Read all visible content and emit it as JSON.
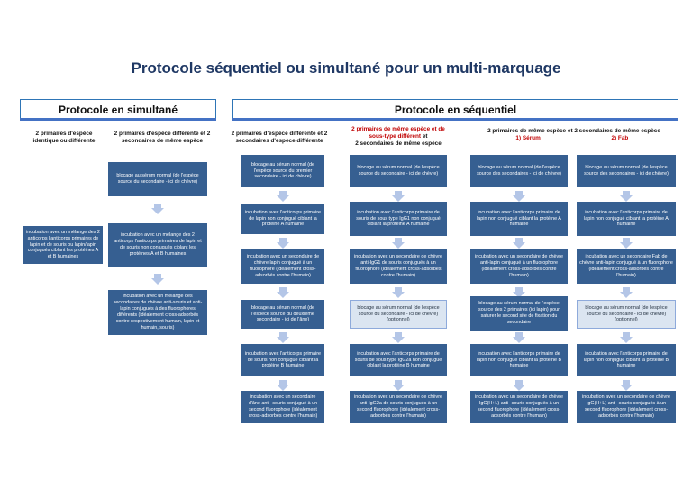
{
  "title": "Protocole séquentiel ou simultané pour un multi-marquage",
  "panels": {
    "simultane": "Protocole en simultané",
    "sequentiel": "Protocole en séquentiel"
  },
  "headers": {
    "c1": "2 primaires d'espèce identique ou différente",
    "c2": "2 primaires d'espèce différente et 2 secondaires de même espèce",
    "c3": "2 primaires d'espèce différente et 2 secondaires d'espèce différente",
    "c4a": "2 primaires de même espèce et de sous-type différent",
    "c4b": "et",
    "c4c": "2 secondaires de même espèce",
    "c56": "2 primaires de même espèce et 2 secondaires de même espèce",
    "c5": "1)     Sérum",
    "c6": "2)        Fab"
  },
  "boxes": {
    "c1_1": "incubation avec un mélange des 2 anticorps l'anticorps primaires de lapin et de souris ou lapin/lapin conjugués ciblant les protéines A et B humaines",
    "c2_1": "blocage au sérum normal (de l'espèce source du secondaire - ici de chèvre)",
    "c2_2": "incubation avec un mélange des 2 anticorps l'anticorps primaires de lapin et de souris non conjugués ciblant les protéines A et B humaines",
    "c2_3": "incubation avec un mélange des secondaires de chèvre anti-souris et anti-lapin conjugués à des fluorophores différents (idéalement cross-adsorbés contre respectivement humain, lapin et humain, souris)",
    "c3_1": "blocage au sérum normal (de l'espèce source du premier secondaire - ici de chèvre)",
    "c3_2": "incubation avec l'anticorps primaire de lapin non conjugué ciblant la protéine A humaine",
    "c3_3": "incubation avec un secondaire de chèvre lapin conjugué à un fluorophore (idéalement cross-adsorbés contre l'humain)",
    "c3_4": "blocage au sérum normal (de l'espèce source du deuxième secondaire - ici de l'âne)",
    "c3_5": "incubation avec l'anticorps primaire de souris non conjugué ciblant la protéine B humaine",
    "c3_6": "incubation avec un secondaire d'âne anti- souris conjugué à un second fluorophore (idéalement cross-adsorbés contre l'humain)",
    "c4_1": "blocage au sérum normal (de l'espèce source du secondaire - ici de chèvre)",
    "c4_2": "incubation avec l'anticorps primaire de souris de sous type IgG1 non conjugué ciblant la protéine A humaine",
    "c4_3": "incubation avec un secondaire de chèvre anti-IgG1 de souris conjugués à un fluorophore (idéalement cross-adsorbés contre l'humain)",
    "c4_4": "blocage au sérum normal (de l'espèce source du secondaire - ici de chèvre)(optionnel)",
    "c4_5": "incubation avec l'anticorps primaire de souris de sous type IgG2a non conjugué ciblant la protéine B humaine",
    "c4_6": "incubation avec un secondaire de chèvre anti-IgG2a de souris conjugués à un second fluorophore (idéalement cross-adsorbés contre l'humain)",
    "c5_1": "blocage au sérum normal (de l'espèce source des secondaires - ici de chèvre)",
    "c5_2": "incubation avec l'anticorps primaire de lapin non conjugué ciblant la protéine A humaine",
    "c5_3": "incubation avec un secondaire de chèvre anti-lapin conjugué à un fluorophore (idéalement cross-adsorbés contre l'humain)",
    "c5_4": "blocage au sérum normal de l'espèce source des 2 primaires (ici lapin) pour saturer le second site de fixation du secondaire",
    "c5_5": "incubation avec l'anticorps primaire de lapin non conjugué ciblant la protéine B humaine",
    "c5_6": "incubation avec un secondaire de chèvre IgG(H+L) anti- souris conjugués à un second fluorophore (idéalement cross-adsorbés contre l'humain)",
    "c6_1": "blocage au sérum normal (de l'espèce source des secondaires - ici de chèvre)",
    "c6_2": "incubation avec l'anticorps primaire de lapin non conjugué ciblant la protéine A humaine",
    "c6_3": "incubation avec un secondaire Fab de chèvre anti-lapin conjugué à un fluorophore (idéalement cross-adsorbés contre l'humain)",
    "c6_4": "blocage au sérum normal (de l'espèce source du secondaire - ici de chèvre)(optionnel)",
    "c6_5": "incubation avec l'anticorps primaire de lapin non conjugué ciblant la protéine B humaine",
    "c6_6": "incubation avec un secondaire de chèvre IgG(H+L) anti- souris conjugués à un second fluorophore (idéalement cross-adsorbés contre l'humain)"
  },
  "colors": {
    "dark": "#365f91",
    "light": "#dbe5f1",
    "arrow": "#b4c6e7",
    "title": "#1f3864",
    "accent": "#c00000"
  }
}
